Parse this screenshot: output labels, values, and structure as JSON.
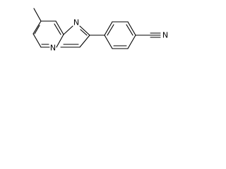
{
  "molecule": {
    "atoms": {
      "n_ring": "N",
      "n_bridge": "N",
      "n_nitrile": "N"
    }
  }
}
